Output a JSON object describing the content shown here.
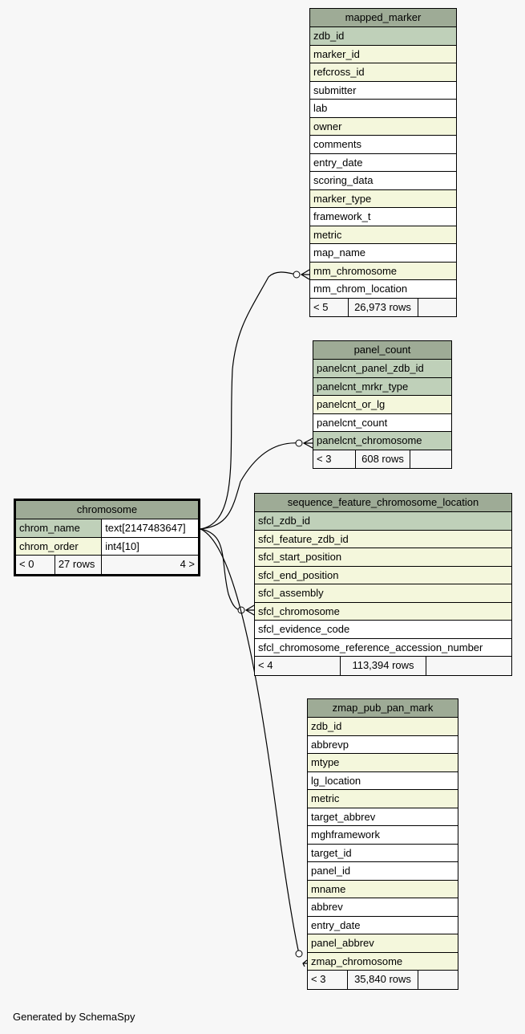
{
  "tables": {
    "mapped_marker": {
      "name": "mapped_marker",
      "columns": [
        {
          "name": "zdb_id",
          "kind": "pk"
        },
        {
          "name": "marker_id",
          "kind": "idx"
        },
        {
          "name": "refcross_id",
          "kind": "idx"
        },
        {
          "name": "submitter",
          "kind": "plain"
        },
        {
          "name": "lab",
          "kind": "plain"
        },
        {
          "name": "owner",
          "kind": "idx"
        },
        {
          "name": "comments",
          "kind": "plain"
        },
        {
          "name": "entry_date",
          "kind": "plain"
        },
        {
          "name": "scoring_data",
          "kind": "plain"
        },
        {
          "name": "marker_type",
          "kind": "idx"
        },
        {
          "name": "framework_t",
          "kind": "plain"
        },
        {
          "name": "metric",
          "kind": "idx"
        },
        {
          "name": "map_name",
          "kind": "plain"
        },
        {
          "name": "mm_chromosome",
          "kind": "idx"
        },
        {
          "name": "mm_chrom_location",
          "kind": "plain"
        }
      ],
      "footer": {
        "parents": "< 5",
        "rows": "26,973 rows",
        "children": ""
      }
    },
    "panel_count": {
      "name": "panel_count",
      "columns": [
        {
          "name": "panelcnt_panel_zdb_id",
          "kind": "pk"
        },
        {
          "name": "panelcnt_mrkr_type",
          "kind": "pk"
        },
        {
          "name": "panelcnt_or_lg",
          "kind": "idx"
        },
        {
          "name": "panelcnt_count",
          "kind": "plain"
        },
        {
          "name": "panelcnt_chromosome",
          "kind": "pk"
        }
      ],
      "footer": {
        "parents": "< 3",
        "rows": "608 rows",
        "children": ""
      }
    },
    "chromosome": {
      "name": "chromosome",
      "columns": [
        {
          "name": "chrom_name",
          "type": "text[2147483647]",
          "kind": "pk"
        },
        {
          "name": "chrom_order",
          "type": "int4[10]",
          "kind": "idx"
        }
      ],
      "footer": {
        "parents": "< 0",
        "rows": "27 rows",
        "children": "4 >"
      }
    },
    "sequence_feature_chromosome_location": {
      "name": "sequence_feature_chromosome_location",
      "columns": [
        {
          "name": "sfcl_zdb_id",
          "kind": "pk"
        },
        {
          "name": "sfcl_feature_zdb_id",
          "kind": "idx"
        },
        {
          "name": "sfcl_start_position",
          "kind": "idx"
        },
        {
          "name": "sfcl_end_position",
          "kind": "idx"
        },
        {
          "name": "sfcl_assembly",
          "kind": "idx"
        },
        {
          "name": "sfcl_chromosome",
          "kind": "idx"
        },
        {
          "name": "sfcl_evidence_code",
          "kind": "plain"
        },
        {
          "name": "sfcl_chromosome_reference_accession_number",
          "kind": "plain"
        }
      ],
      "footer": {
        "parents": "< 4",
        "rows": "113,394 rows",
        "children": ""
      }
    },
    "zmap_pub_pan_mark": {
      "name": "zmap_pub_pan_mark",
      "columns": [
        {
          "name": "zdb_id",
          "kind": "idx"
        },
        {
          "name": "abbrevp",
          "kind": "plain"
        },
        {
          "name": "mtype",
          "kind": "idx"
        },
        {
          "name": "lg_location",
          "kind": "plain"
        },
        {
          "name": "metric",
          "kind": "idx"
        },
        {
          "name": "target_abbrev",
          "kind": "plain"
        },
        {
          "name": "mghframework",
          "kind": "plain"
        },
        {
          "name": "target_id",
          "kind": "plain"
        },
        {
          "name": "panel_id",
          "kind": "plain"
        },
        {
          "name": "mname",
          "kind": "idx"
        },
        {
          "name": "abbrev",
          "kind": "plain"
        },
        {
          "name": "entry_date",
          "kind": "plain"
        },
        {
          "name": "panel_abbrev",
          "kind": "idx"
        },
        {
          "name": "zmap_chromosome",
          "kind": "idx"
        }
      ],
      "footer": {
        "parents": "< 3",
        "rows": "35,840 rows",
        "children": ""
      }
    }
  },
  "relationships": [
    {
      "from": "chromosome.chrom_name",
      "to": "mapped_marker.mm_chromosome"
    },
    {
      "from": "chromosome.chrom_name",
      "to": "panel_count.panelcnt_chromosome"
    },
    {
      "from": "chromosome.chrom_name",
      "to": "sequence_feature_chromosome_location.sfcl_chromosome"
    },
    {
      "from": "chromosome.chrom_name",
      "to": "zmap_pub_pan_mark.zmap_chromosome"
    }
  ],
  "generated_by": "Generated by SchemaSpy",
  "colors": {
    "header": "#9eab96",
    "pk": "#bfd0b9",
    "idx": "#f4f7dc",
    "plain": "#ffffff",
    "background": "#f7f7f7"
  }
}
